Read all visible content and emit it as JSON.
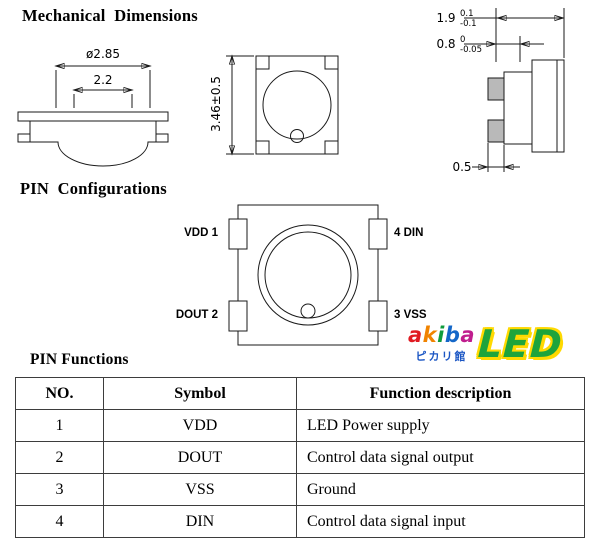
{
  "headings": {
    "mechanical": "Mechanical  Dimensions",
    "pin_configurations": "PIN  Configurations",
    "pin_functions": "PIN Functions"
  },
  "mechanical": {
    "side_view": {
      "lens_diameter": "ø2.85",
      "inner_width": "2.2"
    },
    "top_view": {
      "body_height": "3.46±0.5"
    },
    "end_view": {
      "depth": {
        "value": "1.9",
        "tol_upper": "0.1",
        "tol_lower": "-0.1"
      },
      "step": {
        "value": "0.8",
        "tol_upper": "0",
        "tol_lower": "-0.05"
      },
      "pad": {
        "value": "0.5"
      }
    }
  },
  "pin_configuration": {
    "pins": {
      "top_left": "VDD 1",
      "top_right": "4 DIN",
      "bottom_left": "DOUT 2",
      "bottom_right": "3 VSS"
    }
  },
  "logo": {
    "akiba_letters": [
      {
        "ch": "a",
        "color": "#e01b22"
      },
      {
        "ch": "k",
        "color": "#f08300"
      },
      {
        "ch": "i",
        "color": "#109c3c"
      },
      {
        "ch": "b",
        "color": "#1467c8"
      },
      {
        "ch": "a",
        "color": "#c01d8e"
      }
    ],
    "jp_text": "ピカリ館",
    "jp_color": "#1b56c4",
    "led_text": "LED",
    "led_fill": "#1ea43c",
    "led_outline_color": "#1d3fbe",
    "led_glow_color": "#ffd900"
  },
  "pin_functions_table": {
    "headers": [
      "NO.",
      "Symbol",
      "Function description"
    ],
    "rows": [
      {
        "no": "1",
        "symbol": "VDD",
        "description": "LED Power supply"
      },
      {
        "no": "2",
        "symbol": "DOUT",
        "description": "Control data signal output"
      },
      {
        "no": "3",
        "symbol": "VSS",
        "description": "Ground"
      },
      {
        "no": "4",
        "symbol": "DIN",
        "description": "Control data signal input"
      }
    ]
  }
}
